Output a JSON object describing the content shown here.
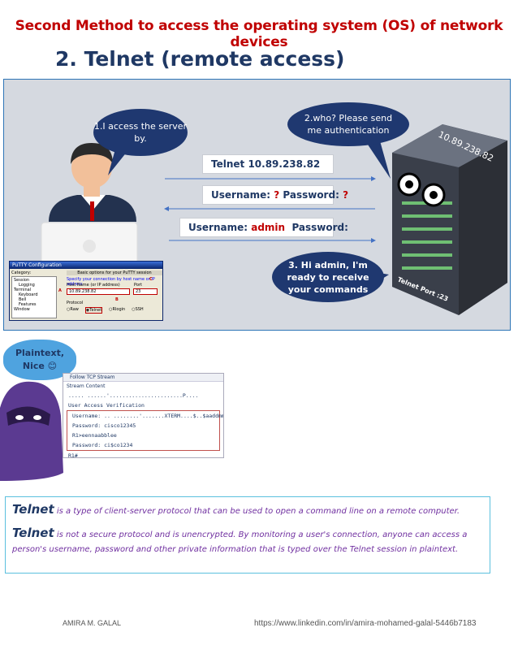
{
  "header": {
    "subtitle": "Second Method to access the operating system (OS) of network devices",
    "title": "2.  Telnet (remote access)"
  },
  "diagram": {
    "bubble_client": "1.I access the server by.",
    "bubble_server_ask": "2.who? Please send me authentication",
    "bubble_server_ready": "3. Hi admin, I'm ready to receive your commands",
    "server_ip": "10.89.238.82",
    "server_port": "Telnet Port :23",
    "cmd_telnet": "Telnet 10.89.238.82",
    "cmd_prompt": {
      "user_label": "Username:",
      "user_val": "?",
      "pass_label": "Password:",
      "pass_val": "?"
    },
    "cmd_reply": {
      "user_label": "Username:",
      "user_val": "admin",
      "pass_label": "Password:"
    },
    "putty": {
      "title": "PuTTY Configuration",
      "category": "Category:",
      "tree": [
        "Session",
        "Logging",
        "Terminal",
        "Keyboard",
        "Bell",
        "Features",
        "Window"
      ],
      "panel_title": "Basic options for your PuTTY session",
      "specify": "Specify your connection by host name or IP address",
      "host_label": "Host Name (or IP address)",
      "port_label": "Port",
      "host_value": "10.89.238.82",
      "port_value": "23",
      "protocol_label": "Protocol",
      "protocols": [
        "Raw",
        "Telnet",
        "Rlogin",
        "SSH"
      ],
      "marker_a": "A",
      "marker_b": "B",
      "marker_c": "C"
    }
  },
  "attacker": {
    "cloud_line1": "Plaintext,",
    "cloud_line2": "Nice 😊"
  },
  "tcp_stream": {
    "window_title": "Follow TCP Stream",
    "section": "Stream Content",
    "lines": [
      "..... ......'.......................P....",
      "User Access Verification",
      "Username: .. ........'.......XTERM....$..$aaddmmiinn",
      "Password: cisco12345",
      "R1>eennaabblee",
      "Password: ci$co1234",
      "R1#"
    ]
  },
  "info": {
    "p1_term": "Telnet",
    "p1_text": " is a type of client-server protocol that can be used to open a command line on a remote computer.",
    "p2_term": "Telnet",
    "p2_text": " is not a secure protocol and is unencrypted. By monitoring a user's connection, anyone can access a person's username, password and other private information that is typed over the Telnet session in plaintext."
  },
  "footer": {
    "author": "AMIRA M. GALAL",
    "url": "https://www.linkedin.com/in/amira-mohamed-galal-5446b7183"
  },
  "colors": {
    "accent_red": "#c00000",
    "navy": "#1f3870",
    "purple": "#7030a0",
    "border_blue": "#5bc0de"
  }
}
